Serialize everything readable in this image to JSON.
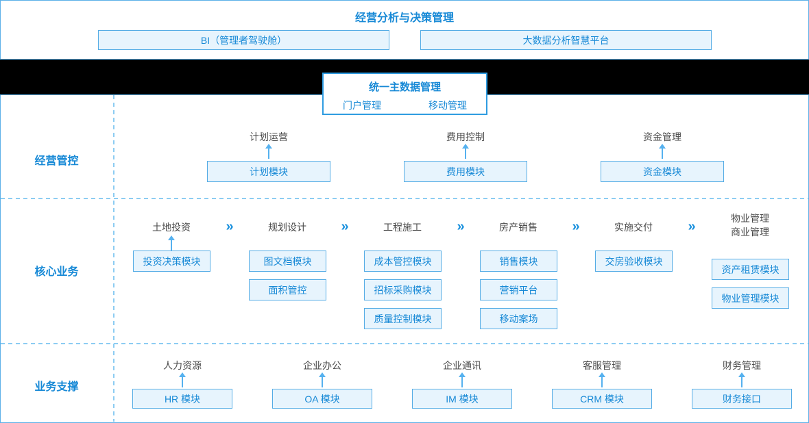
{
  "top_section": {
    "title": "经营分析与决策管理",
    "platforms": [
      {
        "label": "BI（管理者驾驶舱）"
      },
      {
        "label": "大数据分析智慧平台"
      }
    ]
  },
  "master_data": {
    "title": "统一主数据管理",
    "items": [
      {
        "label": "门户管理"
      },
      {
        "label": "移动管理"
      }
    ]
  },
  "rows": [
    {
      "label": "经营管控",
      "columns": [
        {
          "header": "计划运营",
          "modules": [
            {
              "label": "计划模块"
            }
          ]
        },
        {
          "header": "费用控制",
          "modules": [
            {
              "label": "费用模块"
            }
          ]
        },
        {
          "header": "资金管理",
          "modules": [
            {
              "label": "资金模块"
            }
          ]
        }
      ]
    },
    {
      "label": "核心业务",
      "columns": [
        {
          "header": "土地投资",
          "modules": [
            {
              "label": "投资决策模块"
            }
          ]
        },
        {
          "header": "规划设计",
          "modules": [
            {
              "label": "图文档模块"
            },
            {
              "label": "面积管控"
            }
          ]
        },
        {
          "header": "工程施工",
          "modules": [
            {
              "label": "成本管控模块"
            },
            {
              "label": "招标采购模块"
            },
            {
              "label": "质量控制模块"
            }
          ]
        },
        {
          "header": "房产销售",
          "modules": [
            {
              "label": "销售模块"
            },
            {
              "label": "营销平台"
            },
            {
              "label": "移动案场"
            }
          ]
        },
        {
          "header": "实施交付",
          "modules": [
            {
              "label": "交房验收模块"
            }
          ]
        },
        {
          "header": "物业管理",
          "header_line2": "商业管理",
          "modules": [
            {
              "label": "资产租赁模块"
            },
            {
              "label": "物业管理模块"
            }
          ]
        }
      ]
    },
    {
      "label": "业务支撑",
      "columns": [
        {
          "header": "人力资源",
          "modules": [
            {
              "label": "HR 模块"
            }
          ]
        },
        {
          "header": "企业办公",
          "modules": [
            {
              "label": "OA 模块"
            }
          ]
        },
        {
          "header": "企业通讯",
          "modules": [
            {
              "label": "IM 模块"
            }
          ]
        },
        {
          "header": "客服管理",
          "modules": [
            {
              "label": "CRM 模块"
            }
          ]
        },
        {
          "header": "财务管理",
          "modules": [
            {
              "label": "财务接口"
            }
          ]
        }
      ]
    }
  ],
  "glyphs": {
    "chevron": "»"
  },
  "colors": {
    "accent_blue": "#1789d6",
    "box_fill": "#e7f4fd",
    "box_border": "#54ace5",
    "dash_blue": "#8cccf2",
    "header_gray": "#4a4a4a",
    "arrow_blue": "#55b1ef",
    "black_bar": "#000000"
  }
}
